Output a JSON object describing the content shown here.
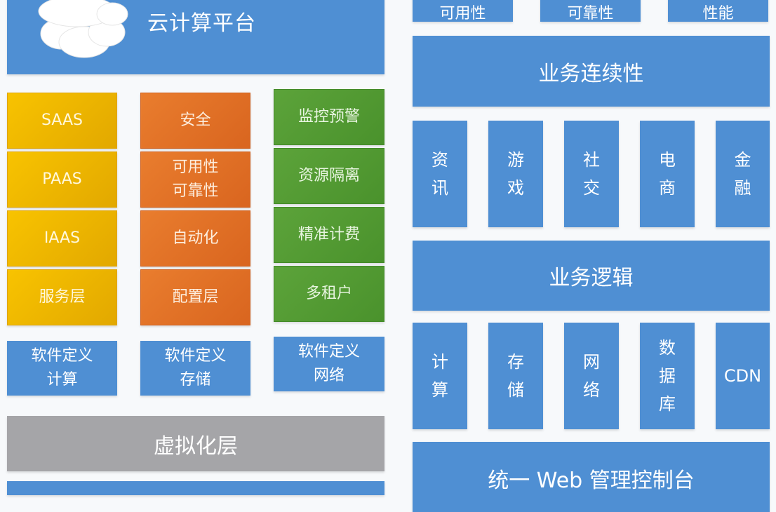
{
  "left": {
    "banner": {
      "title": "云计算平台",
      "icon": "cloud-icon"
    },
    "column_service": [
      "SAAS",
      "PAAS",
      "IAAS",
      "服务层"
    ],
    "column_config": [
      "安全",
      "可用性\n可靠性",
      "自动化",
      "配置层"
    ],
    "column_ops": [
      "监控预警",
      "资源隔离",
      "精准计费",
      "多租户"
    ],
    "software_defined": [
      "软件定义\n计算",
      "软件定义\n存储",
      "软件定义\n网络"
    ],
    "virtualization": "虚拟化层"
  },
  "right": {
    "top_boxes_cut_off": [
      "可用性",
      "可靠性",
      "性能"
    ],
    "business_continuity": "业务连续性",
    "scenarios": [
      [
        "资",
        "讯"
      ],
      [
        "游",
        "戏"
      ],
      [
        "社",
        "交"
      ],
      [
        "电",
        "商"
      ],
      [
        "金",
        "融"
      ]
    ],
    "business_logic": "业务逻辑",
    "resources": [
      [
        "计",
        "算"
      ],
      [
        "存",
        "储"
      ],
      [
        "网",
        "络"
      ],
      [
        "数",
        "据",
        "库"
      ],
      [
        "CDN"
      ]
    ],
    "console": "统一 Web 管理控制台"
  },
  "colors": {
    "blue": "#4f8fd3",
    "yellow": "#f2b800",
    "orange": "#e2712a",
    "green": "#55a035",
    "grey": "#a5a5a8"
  }
}
